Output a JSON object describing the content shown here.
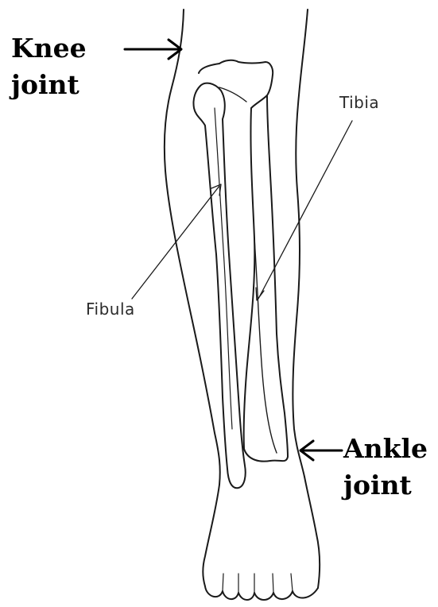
{
  "labels": {
    "knee": [
      "Knee",
      "joint"
    ],
    "ankle": [
      "Ankle",
      "joint"
    ],
    "tibia": "Tibia",
    "fibula": "Fibula"
  },
  "colors": {
    "outline": "#1a1a1a",
    "background": "#ffffff",
    "text": "#000000"
  }
}
